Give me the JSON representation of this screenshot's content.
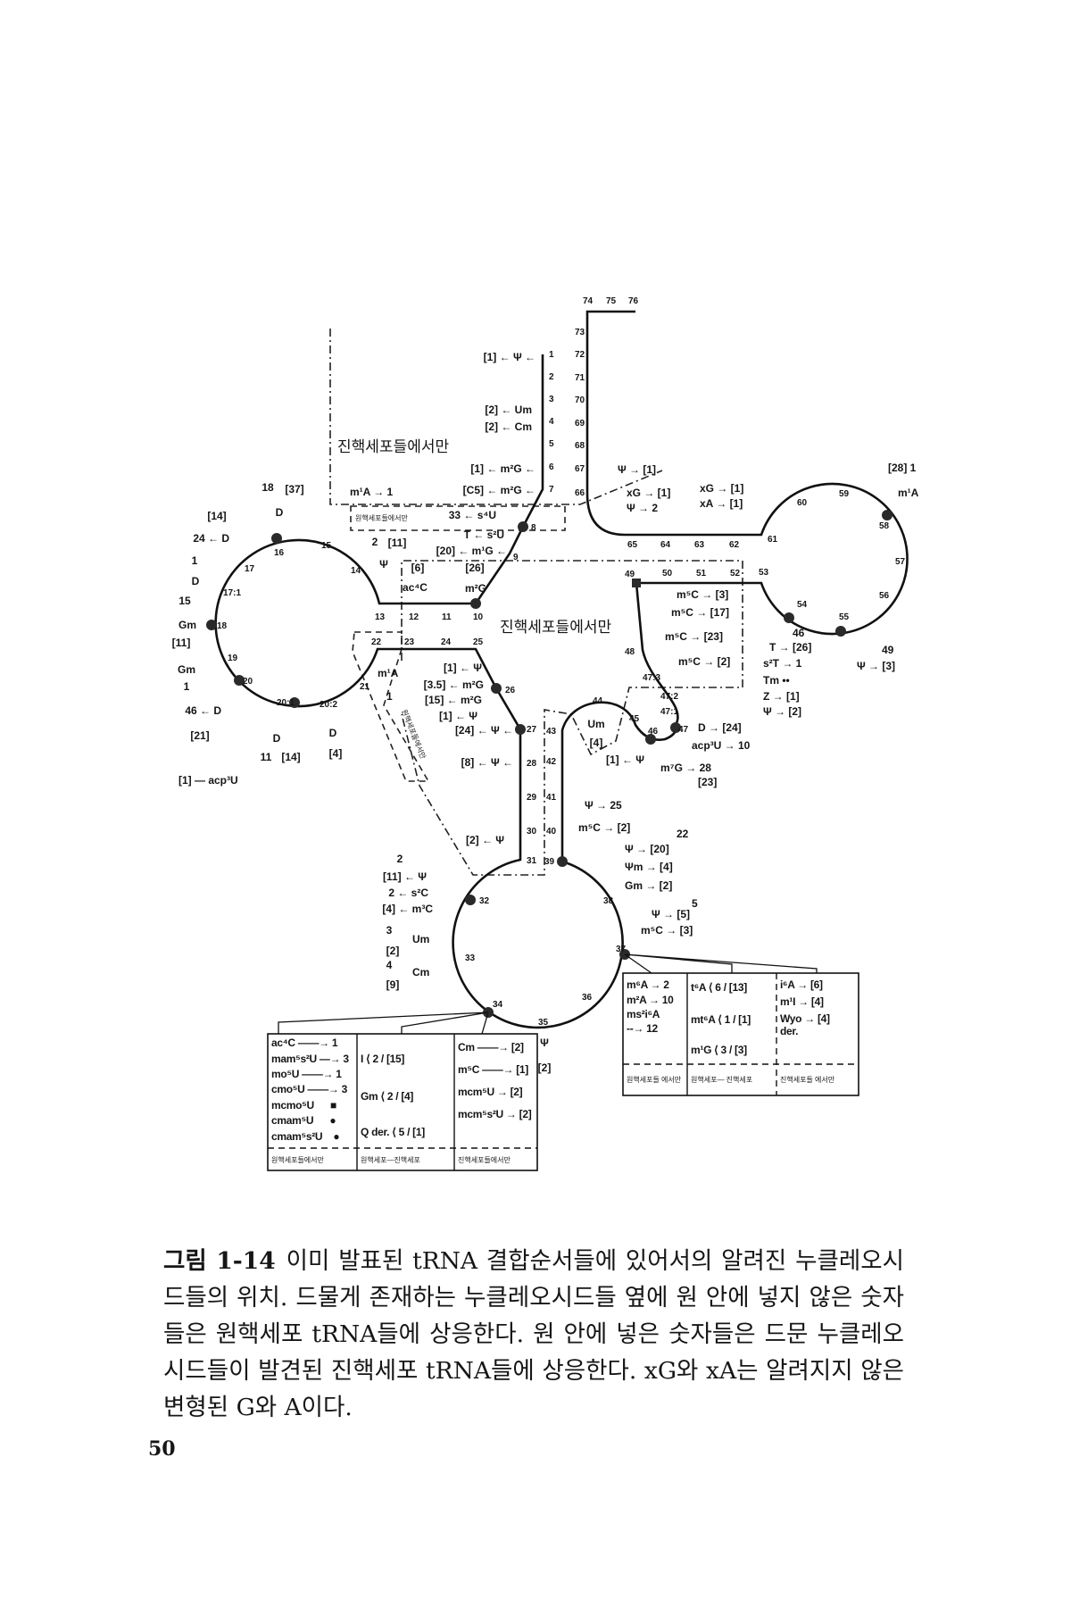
{
  "figure": {
    "positions": [
      "1",
      "2",
      "3",
      "4",
      "5",
      "6",
      "7",
      "8",
      "9",
      "10",
      "11",
      "12",
      "13",
      "14",
      "15",
      "16",
      "17",
      "17:1",
      "18",
      "19",
      "20",
      "20:1",
      "20:2",
      "21",
      "22",
      "23",
      "24",
      "25",
      "26",
      "27",
      "28",
      "29",
      "30",
      "31",
      "32",
      "33",
      "34",
      "35",
      "36",
      "37",
      "38",
      "39",
      "40",
      "41",
      "42",
      "43",
      "44",
      "45",
      "46",
      "47",
      "47:1",
      "47:2",
      "47:3",
      "48",
      "49",
      "50",
      "51",
      "52",
      "53",
      "54",
      "55",
      "56",
      "57",
      "58",
      "59",
      "60",
      "61",
      "62",
      "63",
      "64",
      "65",
      "66",
      "67",
      "68",
      "69",
      "70",
      "71",
      "72",
      "73",
      "74",
      "75",
      "76"
    ],
    "annotations": [
      "[1] ← Ψ ←",
      "[2] ← Um",
      "[2] ← Cm",
      "[1] ← m²G ←",
      "[C5] ← m²G ←",
      "Ψ → [1]",
      "xG → [1]",
      "Ψ → 2",
      "xG → [1]",
      "xA → [1]",
      "[28] 1",
      "m¹A",
      "46",
      "T → [26]",
      "s²T → 1",
      "Tm ••",
      "Z → [1]",
      "Ψ → [2]",
      "49",
      "Ψ → [3]",
      "m⁵C → [3]",
      "m⁵C → [17]",
      "m⁵C → [23]",
      "m⁵C → [2]",
      "D → [24]",
      "acp³U → 10",
      "Um",
      "[4]",
      "[1] ← Ψ",
      "m⁷G → 28",
      "[23]",
      "Ψ → 25",
      "m⁵C → [2]",
      "22",
      "Ψ → [20]",
      "Ψm → [4]",
      "Gm → [2]",
      "5",
      "Ψ → [5]",
      "m⁵C → [3]",
      "[1] ← Ψ",
      "[3.5] ← m²G",
      "[15] ← m²G",
      "[1] ← Ψ",
      "[24] ← Ψ ←",
      "[8] ← Ψ ←",
      "[2] ← Ψ",
      "m¹A",
      "1",
      "18",
      "[37]",
      "D",
      "[14]",
      "24 ← D",
      "1",
      "D",
      "15",
      "Gm",
      "[11]",
      "Gm",
      "1",
      "46 ← D",
      "[21]",
      "D",
      "11",
      "[14]",
      "D",
      "[4]",
      "[1] — acp³U",
      "2",
      "[11]",
      "Ψ",
      "[6]",
      "ac⁴C",
      "[26]",
      "m²G",
      "m¹A → 1",
      "33 ← s⁴U",
      "T ← s²U",
      "[20] ← m¹G ←",
      "2",
      "[11] ← Ψ",
      "2 ← s²C",
      "[4] ← m³C",
      "3",
      "Um",
      "[2]",
      "4",
      "Cm",
      "[9]",
      "Ψ",
      "[2]"
    ],
    "region_labels": {
      "euk_only_top": "진핵세포들에서만",
      "prok_only_small": "원핵세포들에서만",
      "euk_only_center": "진핵세포들에서만",
      "prok_only_rotated": "원핵세포들에서만"
    },
    "table_34": {
      "col1": [
        "ac⁴C ——→ 1",
        "mam⁵s²U —→ 3",
        "mo⁵U ——→ 1",
        "cmo⁵U ——→ 3",
        "mcmo⁵U      ■",
        "cmam⁵U      ●",
        "cmam⁵s²U    ●"
      ],
      "col2": [
        "I ⟨ 2 / [15]",
        "Gm ⟨ 2 / [4]",
        "Q der. ⟨ 5 / [1]"
      ],
      "col3": [
        "Cm ——→ [2]",
        "m⁵C ——→ [1]",
        "mcm⁵U → [2]",
        "mcm⁵s²U → [2]"
      ],
      "footers": [
        "원핵세포들에서만",
        "원핵세포—진핵세포",
        "진핵세포들에서만"
      ]
    },
    "table_37": {
      "col1": [
        "m⁶A → 2",
        "m²A → 10",
        "ms²i⁶A",
        "--→ 12"
      ],
      "col2": [
        "t⁶A ⟨ 6 / [13]",
        "mt⁶A ⟨ 1 / [1]",
        "m¹G ⟨ 3 / [3]"
      ],
      "col3": [
        "i⁶A → [6]",
        "m¹I → [4]",
        "Wyo → [4]",
        "der."
      ],
      "footers": [
        "원핵세포들 에서만",
        "원핵세포— 진핵세포",
        "진핵세포들 에서만"
      ]
    }
  },
  "caption": {
    "label": "그림 1-14",
    "text": "이미 발표된 tRNA 결합순서들에 있어서의 알려진 누클레오시드들의 위치. 드물게 존재하는 누클레오시드들 옆에 원 안에 넣지 않은 숫자들은 원핵세포 tRNA들에 상응한다. 원 안에 넣은 숫자들은 드문 누클레오시드들이 발견된 진핵세포 tRNA들에 상응한다. xG와 xA는 알려지지 않은 변형된 G와 A이다."
  },
  "page_number": "50"
}
